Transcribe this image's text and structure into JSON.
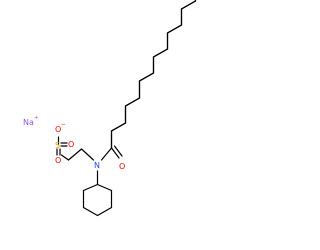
{
  "colors": {
    "bond": "#000000",
    "sodium": "#8f57e6",
    "oxygen": "#ff0000",
    "sulfur": "#c8a800",
    "nitrogen": "#1e46ff"
  },
  "atoms": {
    "sodium": "Na",
    "sodium_charge": "+",
    "oxygen_single": "O",
    "oxygen_charge": "−",
    "oxygen_double_1": "O",
    "oxygen_double_2": "O",
    "sulfur": "S",
    "nitrogen": "N",
    "carbonyl_oxygen": "O"
  }
}
